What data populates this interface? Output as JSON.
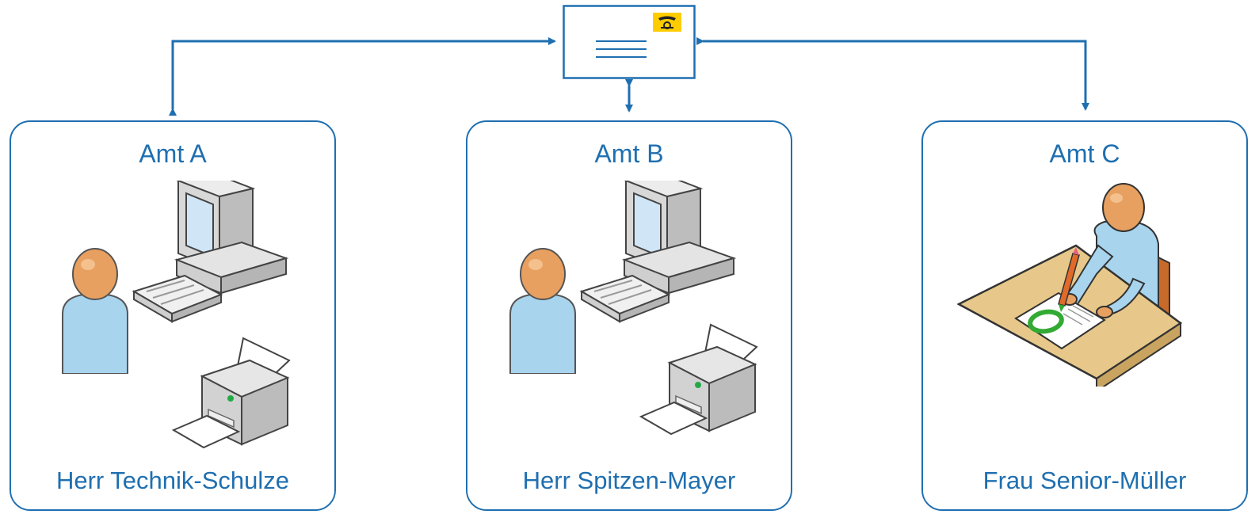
{
  "colors": {
    "accent": "#1f6fb0",
    "post_yellow": "#ffcc00",
    "skin": "#e8a060",
    "shirt": "#a8d4ee",
    "desk": "#e8c88a"
  },
  "envelope": {
    "icon": "post-horn-icon"
  },
  "boxes": [
    {
      "title": "Amt A",
      "name": "Herr Technik-Schulze"
    },
    {
      "title": "Amt B",
      "name": "Herr Spitzen-Mayer"
    },
    {
      "title": "Amt C",
      "name": "Frau Senior-Müller"
    }
  ]
}
